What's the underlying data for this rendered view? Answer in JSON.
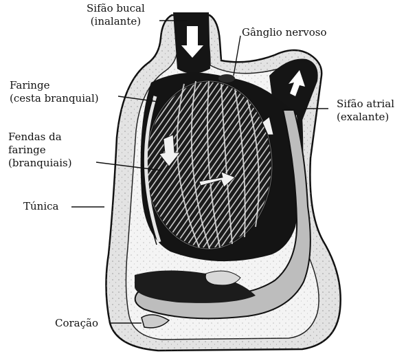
{
  "labels": {
    "sifao_bucal": [
      "Sifão bucal",
      "(inalante)"
    ],
    "ganglio": [
      "Gânglio nervoso"
    ],
    "faringe": [
      "Faringe",
      "(cesta branquial)"
    ],
    "sifao_atrial": [
      "Sifão atrial",
      "(exalante)"
    ],
    "fendas": [
      "Fendas da",
      "faringe",
      "(branquiais)"
    ],
    "tunica": [
      "Túnica"
    ],
    "coracao": [
      "Coração"
    ]
  },
  "colors": {
    "ink": "#111111",
    "tunic_fill": "#e3e3e3",
    "body_wall": "#f4f4f4",
    "pharynx_dark": "#1a1a1a",
    "gut_fill": "#bdbdbd",
    "arrow_fill": "#ffffff"
  }
}
